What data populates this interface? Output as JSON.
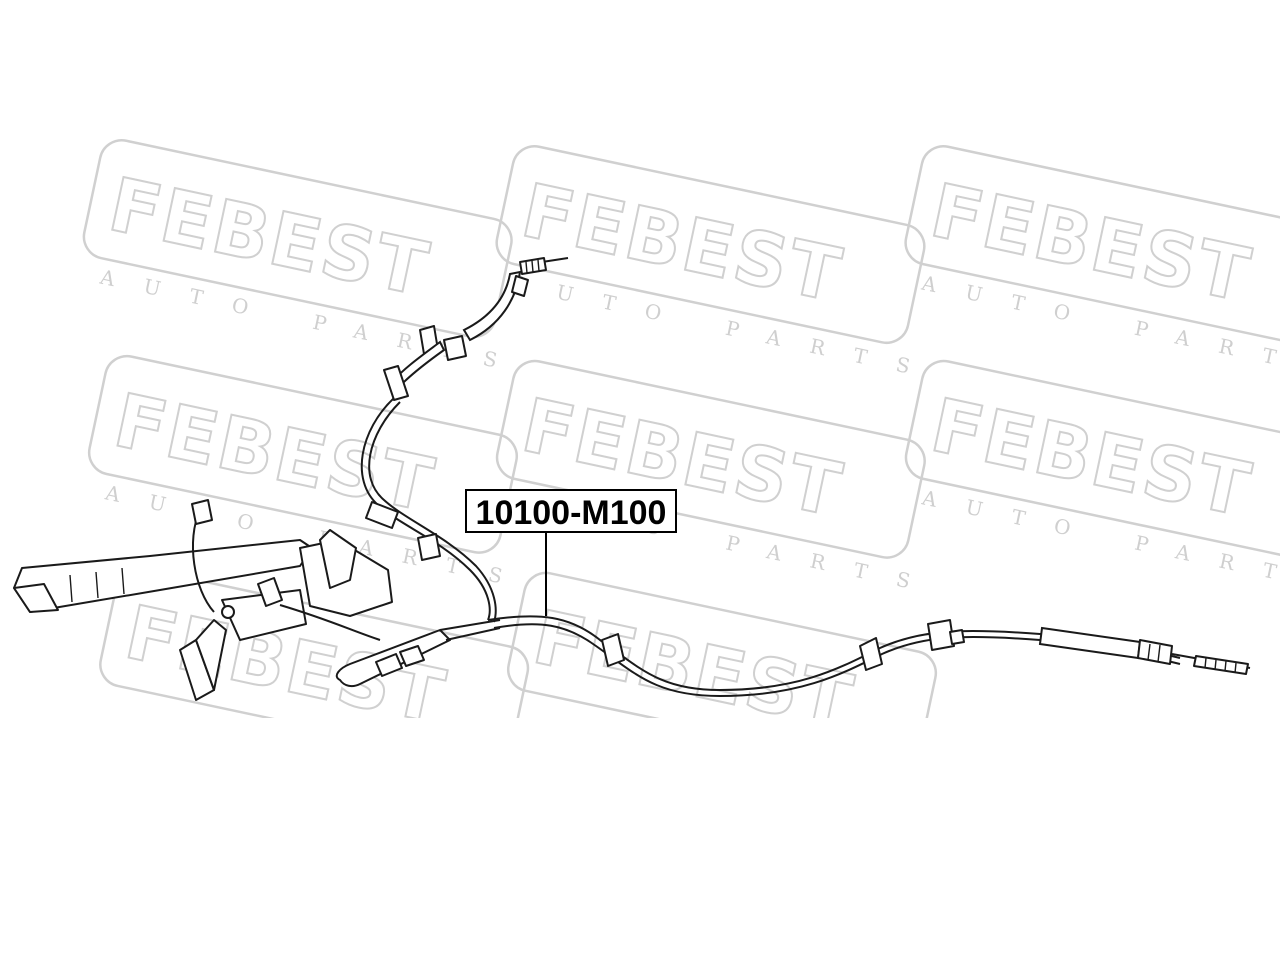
{
  "watermark": {
    "brand": "FEBEST",
    "tagline": "AUTO PARTS"
  },
  "part_label": {
    "part_number": "10100-M100"
  }
}
